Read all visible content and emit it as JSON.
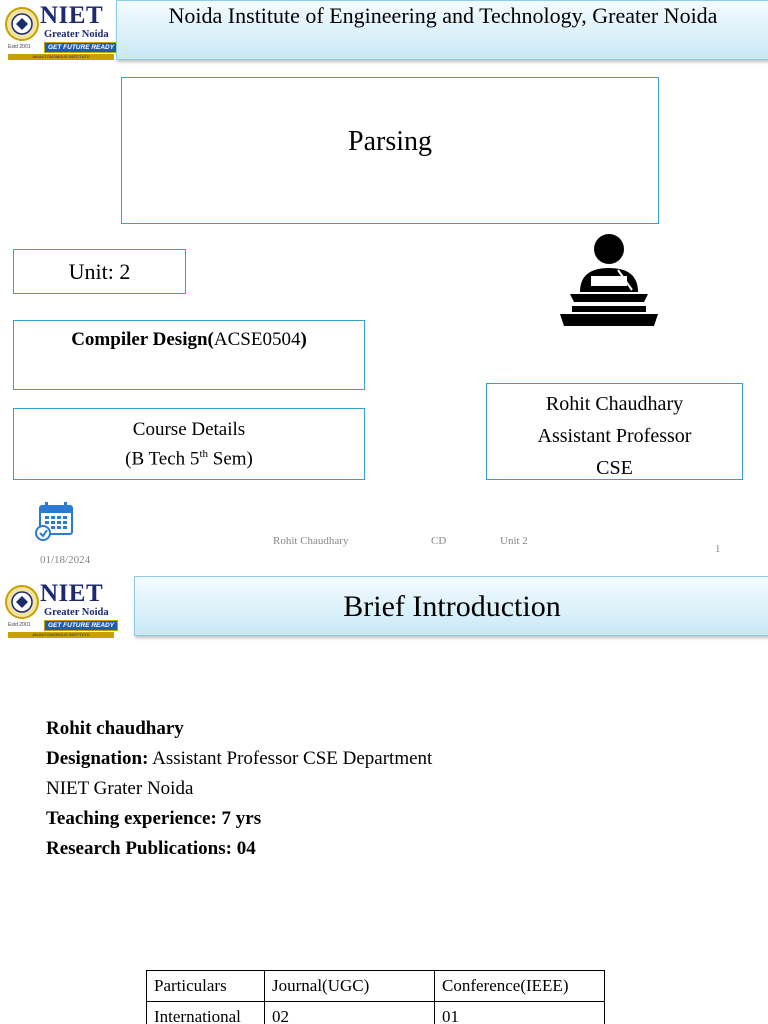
{
  "slide1": {
    "logo": {
      "name": "NIET",
      "city": "Greater Noida",
      "tagline": "GET FUTURE READY",
      "estd": "Estd 2001",
      "strip": "AN AUTONOMOUS INSTITUTE"
    },
    "institute_title": "Noida Institute of Engineering and Technology, Greater Noida",
    "topic": "Parsing",
    "unit": "Unit: 2",
    "course_name": "Compiler Design(",
    "course_code": "ACSE0504",
    "course_close": ")",
    "course_details_label": "Course Details",
    "course_details_line2_prefix": "(B Tech 5",
    "course_details_sup": "th",
    "course_details_line2_suffix": " Sem)",
    "professor_name": "Rohit Chaudhary",
    "professor_title": "Assistant Professor",
    "professor_dept": "CSE",
    "footer": {
      "date": "01/18/2024",
      "author": "Rohit Chaudhary",
      "subject": "CD",
      "unit": "Unit 2",
      "page": "1"
    },
    "icons": [
      "speaker-podium-icon",
      "calendar-icon"
    ]
  },
  "slide2": {
    "title": "Brief Introduction",
    "bio": {
      "name": "Rohit chaudhary",
      "designation_label": "Designation:",
      "designation_value": " Assistant Professor CSE Department",
      "institute": "NIET Grater Noida",
      "experience_label": "Teaching experience:  7 yrs",
      "publications_label": "Research Publications: 04"
    },
    "table": {
      "headers": [
        "Particulars",
        "Journal(UGC)",
        "Conference(IEEE)"
      ],
      "rows": [
        [
          "International",
          "02",
          "01"
        ]
      ]
    }
  },
  "colors": {
    "box_border": "#3aa0c8",
    "header_gradient_end": "#c9e9f6",
    "logo_blue": "#1c2a72"
  }
}
